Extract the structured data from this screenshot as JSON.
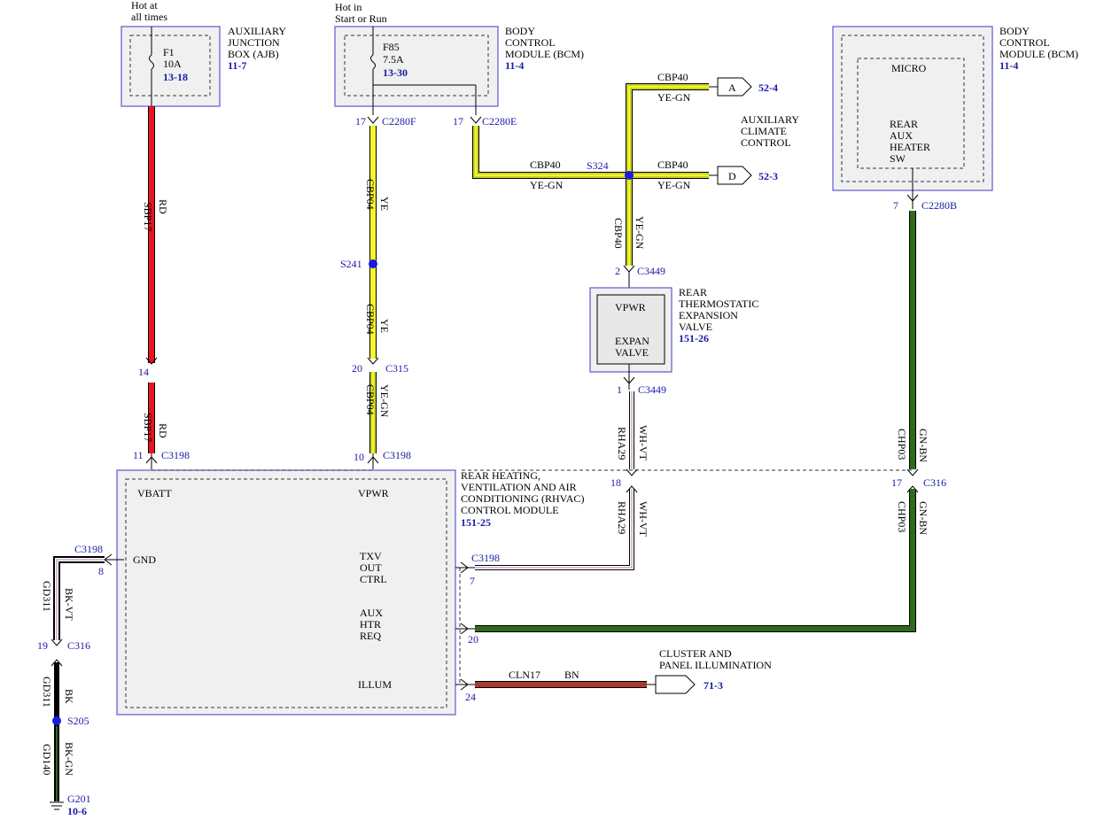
{
  "fuse_ajb": {
    "header1": "Hot at",
    "header2": "all times",
    "fuse": "F1",
    "amps": "10A",
    "ref": "13-18",
    "module1": "AUXILIARY",
    "module2": "JUNCTION",
    "module3": "BOX (AJB)",
    "module_ref": "11-7"
  },
  "fuse_bcm": {
    "header1": "Hot in",
    "header2": "Start or Run",
    "fuse": "F85",
    "amps": "7.5A",
    "ref": "13-30",
    "module1": "BODY",
    "module2": "CONTROL",
    "module3": "MODULE (BCM)",
    "module_ref": "11-4"
  },
  "bcm_micro": {
    "micro": "MICRO",
    "sw1": "REAR",
    "sw2": "AUX",
    "sw3": "HEATER",
    "sw4": "SW",
    "module1": "BODY",
    "module2": "CONTROL",
    "module3": "MODULE (BCM)",
    "module_ref": "11-4"
  },
  "aux_climate": {
    "l1": "AUXILIARY",
    "l2": "CLIMATE",
    "l3": "CONTROL"
  },
  "valve": {
    "pin_top": "VPWR",
    "pin1": "EXPAN",
    "pin2": "VALVE",
    "l1": "REAR",
    "l2": "THERMOSTATIC",
    "l3": "EXPANSION",
    "l4": "VALVE",
    "ref": "151-26"
  },
  "rhvac": {
    "vbatt": "VBATT",
    "vpwr": "VPWR",
    "gnd": "GND",
    "txv1": "TXV",
    "txv2": "OUT",
    "txv3": "CTRL",
    "aux1": "AUX",
    "aux2": "HTR",
    "aux3": "REQ",
    "illum": "ILLUM",
    "l1": "REAR HEATING,",
    "l2": "VENTILATION AND AIR",
    "l3": "CONDITIONING (RHVAC)",
    "l4": "CONTROL MODULE",
    "ref": "151-25"
  },
  "cluster": {
    "l1": "CLUSTER AND",
    "l2": "PANEL ILLUMINATION",
    "ref": "71-3"
  },
  "offpage": {
    "a_letter": "A",
    "a_ref": "52-4",
    "d_letter": "D",
    "d_ref": "52-3"
  },
  "wires": {
    "sbp17": "SBP17",
    "rd": "RD",
    "cbp04": "CBP04",
    "ye": "YE",
    "ye_gn": "YE-GN",
    "cbp40": "CBP40",
    "rha29": "RHA29",
    "wh_vt": "WH-VT",
    "chp03": "CHP03",
    "gn_bn": "GN-BN",
    "gd311": "GD311",
    "bk_vt": "BK-VT",
    "bk": "BK",
    "gd140": "GD140",
    "bk_gn": "BK-GN",
    "cln17": "CLN17",
    "bn": "BN"
  },
  "connectors": {
    "c2280f": "C2280F",
    "c2280e": "C2280E",
    "c2280b": "C2280B",
    "c315": "C315",
    "c316": "C316",
    "c3198": "C3198",
    "c3449": "C3449",
    "s241": "S241",
    "s324": "S324",
    "s205": "S205",
    "g201": "G201",
    "g201_ref": "10-6"
  },
  "pins": {
    "p14": "14",
    "p11": "11",
    "p17": "17",
    "p20": "20",
    "p10": "10",
    "p2": "2",
    "p1": "1",
    "p7": "7",
    "p18": "18",
    "p8": "8",
    "p19": "19",
    "p24": "24"
  },
  "colors": {
    "rd": "#e8141e",
    "ye": "#f5f52a",
    "ye_gn_outer": "#c8d428",
    "gn": "#2f6a1b",
    "bn": "#a83a32",
    "wh_vt": "#c8a8c8",
    "bk": "#000000",
    "splice": "#1a1ae6",
    "box_border": "#5a5ad0"
  }
}
